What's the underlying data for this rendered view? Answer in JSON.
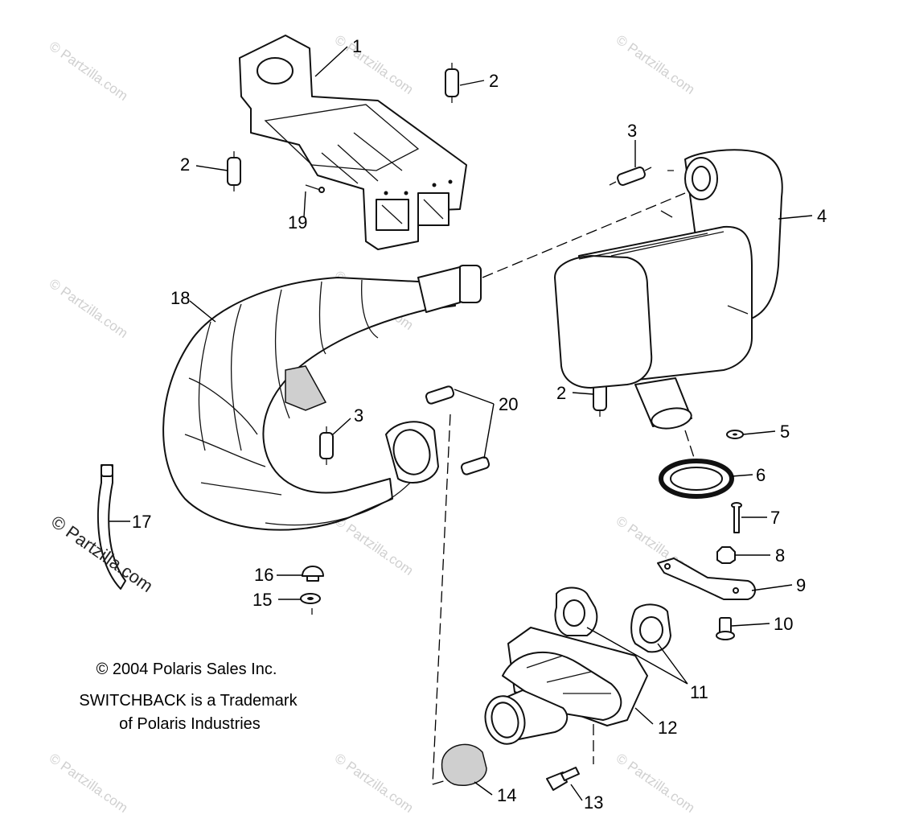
{
  "callouts": {
    "c1": "1",
    "c2a": "2",
    "c2b": "2",
    "c2c": "2",
    "c3a": "3",
    "c3b": "3",
    "c4": "4",
    "c5": "5",
    "c6": "6",
    "c7": "7",
    "c8": "8",
    "c9": "9",
    "c10": "10",
    "c11": "11",
    "c12": "12",
    "c13": "13",
    "c14": "14",
    "c15": "15",
    "c16": "16",
    "c17": "17",
    "c18": "18",
    "c19": "19",
    "c20": "20"
  },
  "copyright": {
    "line1": "© 2004 Polaris Sales Inc.",
    "line2": "SWITCHBACK is a Trademark",
    "line3": "of Polaris Industries"
  },
  "watermark": {
    "side": "© Partzilla.com",
    "tile": "© Partzilla.com"
  }
}
